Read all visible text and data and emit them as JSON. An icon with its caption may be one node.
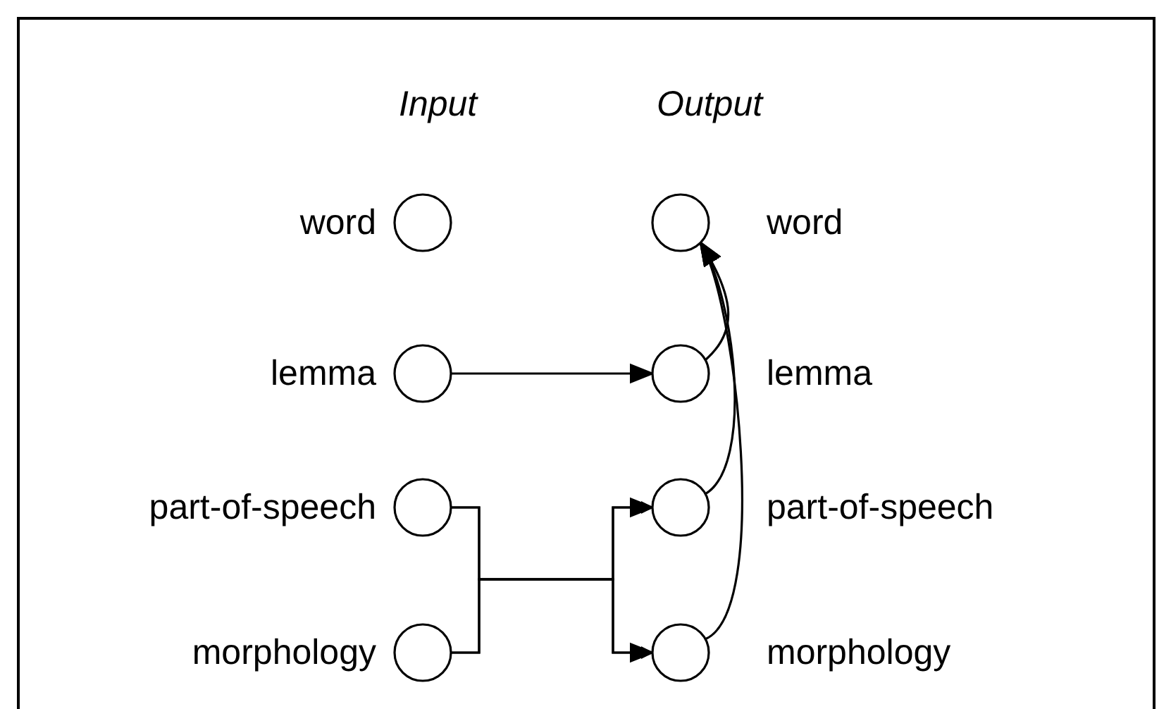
{
  "diagram": {
    "nodes": [
      {
        "text": [],
        "shape": "circle",
        "beside": [
          "word"
        ]
      },
      {
        "text": [],
        "shape": "circle",
        "beside": [
          "word"
        ]
      },
      {
        "text": [],
        "shape": "circle",
        "beside": [
          "lemma"
        ]
      },
      {
        "text": [],
        "shape": "circle",
        "beside": [
          "lemma"
        ]
      },
      {
        "text": [],
        "shape": "circle",
        "beside": [
          "part-of-speech"
        ]
      },
      {
        "text": [],
        "shape": "circle",
        "beside": [
          "part-of-speech"
        ]
      },
      {
        "text": [],
        "shape": "circle",
        "beside": [
          "morphology"
        ]
      },
      {
        "text": [],
        "shape": "circle",
        "beside": [
          "morphology"
        ]
      }
    ],
    "edges": [
      {
        "from": 2,
        "to": 3,
        "arrow": "to"
      },
      {
        "from": 4,
        "to": 5,
        "arrow": "to"
      },
      {
        "from": 4,
        "to": 7,
        "arrow": "to"
      },
      {
        "from": 6,
        "to": 5,
        "arrow": "to"
      },
      {
        "from": 6,
        "to": 7,
        "arrow": "to"
      },
      {
        "from": 3,
        "to": 1,
        "arrow": "to"
      },
      {
        "from": 5,
        "to": 1,
        "arrow": "to"
      },
      {
        "from": 7,
        "to": 1,
        "arrow": "to"
      }
    ],
    "labels": [
      "Input",
      "Output"
    ]
  }
}
